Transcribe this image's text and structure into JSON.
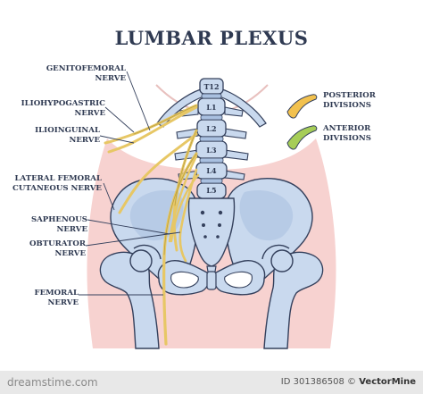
{
  "title": "LUMBAR PLEXUS",
  "labels": {
    "genitofemoral": [
      "GENITOFEMORAL",
      "NERVE"
    ],
    "iliohypogastric": [
      "ILIOHYPOGASTRIC",
      "NERVE"
    ],
    "ilioinguinal": [
      "ILIOINGUINAL",
      "NERVE"
    ],
    "lateral_femoral": [
      "LATERAL FEMORAL",
      "CUTANEOUS NERVE"
    ],
    "saphenous": [
      "SAPHENOUS",
      "NERVE"
    ],
    "obturator": [
      "OBTURATOR",
      "NERVE"
    ],
    "femoral": [
      "FEMORAL",
      "NERVE"
    ]
  },
  "vertebrae": [
    "T12",
    "L1",
    "L2",
    "L3",
    "L4",
    "L5"
  ],
  "legend": [
    {
      "label": [
        "POSTERIOR",
        "DIVISIONS"
      ],
      "color": "#f2c14e"
    },
    {
      "label": [
        "ANTERIOR",
        "DIVISIONS"
      ],
      "color": "#a6cd57"
    }
  ],
  "footer": {
    "watermark": "dreamstime.com",
    "id_text": "ID 301386508",
    "credit": "VectorMine"
  },
  "colors": {
    "bone": "#c9d9ee",
    "bone_stroke": "#34405c",
    "skin": "#f7d2d0",
    "nerve": "#e7c765"
  }
}
